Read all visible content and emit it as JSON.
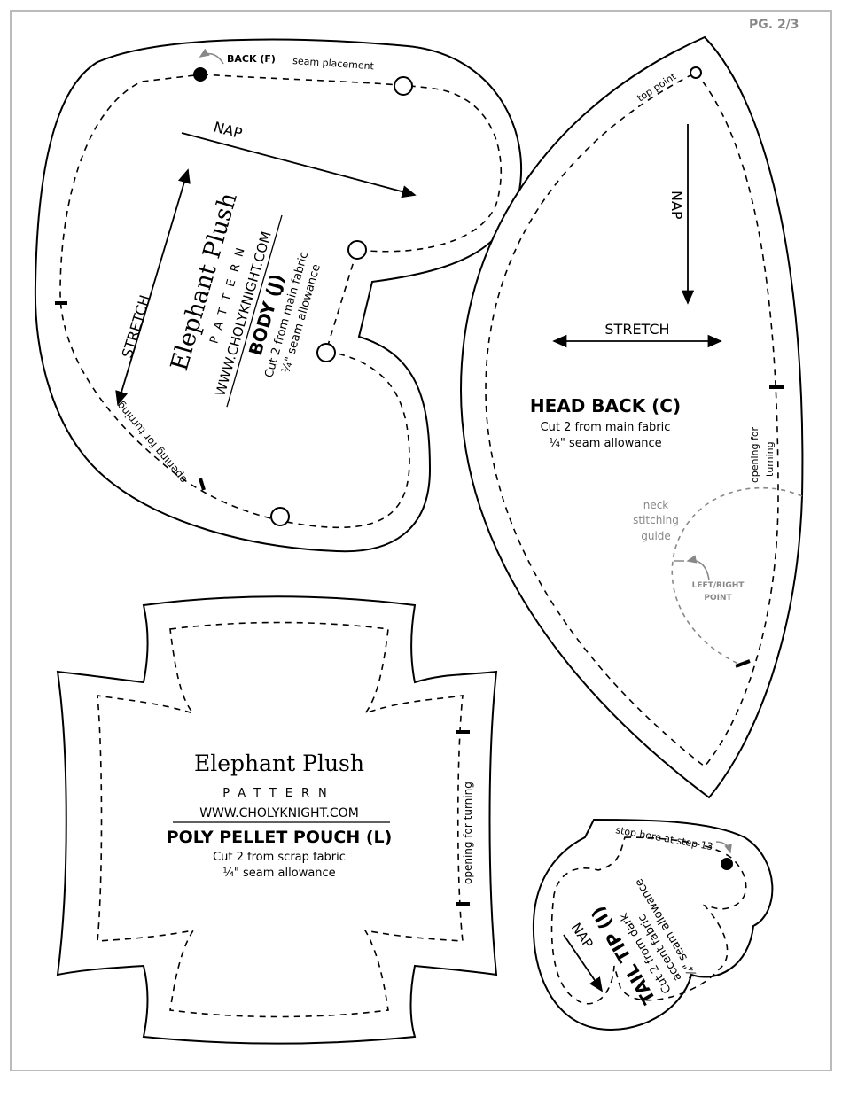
{
  "page_number": "PG. 2/3",
  "body_piece": {
    "brand_title": "Elephant Plush",
    "brand_subtitle": "PATTERN",
    "website": "WWW.CHOLYKNIGHT.COM",
    "name": "BODY (J)",
    "cut_instruction": "Cut 2 from main fabric",
    "seam_allowance": "¼\" seam allowance",
    "back_label": "BACK (F)",
    "back_note": "seam placement",
    "nap_label": "NAP",
    "stretch_label": "STRETCH",
    "opening_label": "opening for turning"
  },
  "head_back_piece": {
    "name": "HEAD BACK (C)",
    "cut_instruction": "Cut 2 from main fabric",
    "seam_allowance": "¼\" seam allowance",
    "top_point_label": "top point",
    "nap_label": "NAP",
    "stretch_label": "STRETCH",
    "opening_label_1": "opening for",
    "opening_label_2": "turning",
    "neck_guide_1": "neck",
    "neck_guide_2": "stitching",
    "neck_guide_3": "guide",
    "point_label_1": "LEFT/RIGHT",
    "point_label_2": "POINT"
  },
  "pouch_piece": {
    "brand_title": "Elephant Plush",
    "brand_subtitle": "PATTERN",
    "website": "WWW.CHOLYKNIGHT.COM",
    "name": "POLY PELLET POUCH (L)",
    "cut_instruction": "Cut 2 from scrap fabric",
    "seam_allowance": "¼\" seam allowance",
    "opening_label": "opening for turning"
  },
  "tail_tip_piece": {
    "name": "TAIL TIP (I)",
    "cut_instruction_1": "Cut 2 from dark",
    "cut_instruction_2": "accent fabric",
    "seam_allowance": "¼\" seam allowance",
    "stop_note": "stop here at step 13",
    "nap_label": "NAP"
  }
}
